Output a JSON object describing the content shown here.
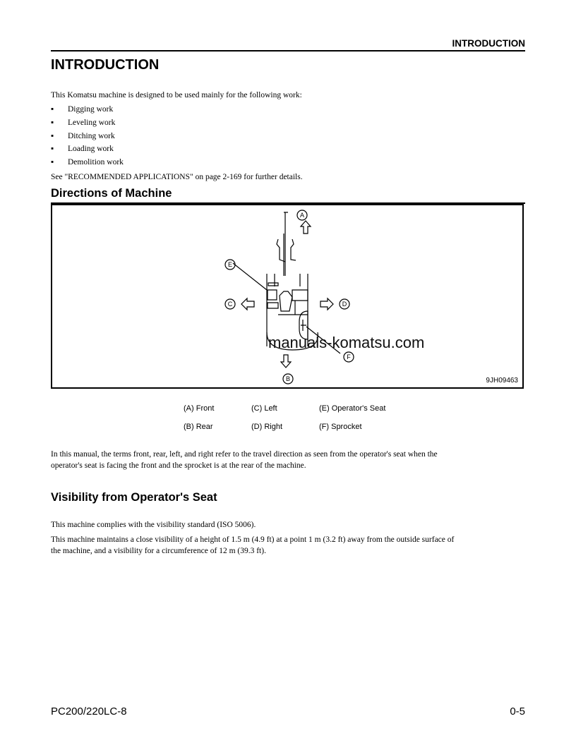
{
  "header": {
    "running_title": "INTRODUCTION"
  },
  "title": "INTRODUCTION",
  "intro": {
    "lead": "This Komatsu machine is designed to be used mainly for the following work:",
    "bullet_glyph": "▪",
    "items": [
      "Digging work",
      "Leveling work",
      "Ditching work",
      "Loading work",
      "Demolition work"
    ],
    "see_also": "See \"RECOMMENDED APPLICATIONS\" on page 2-169 for further details."
  },
  "directions": {
    "heading": "Directions of Machine",
    "figure": {
      "code": "9JH09463",
      "watermark": "manuals-komatsu.com",
      "callouts": {
        "a": "A",
        "b": "B",
        "c": "C",
        "d": "D",
        "e": "E",
        "f": "F"
      }
    },
    "legend": [
      [
        "(A) Front",
        "(C) Left",
        "(E) Operator's Seat"
      ],
      [
        "(B) Rear",
        "(D) Right",
        "(F) Sprocket"
      ]
    ],
    "note_line1": "In this manual, the terms front, rear, left, and right refer to the travel direction as seen from the operator's seat when the",
    "note_line2": "operator's seat is facing the front and the sprocket is at the rear of the machine."
  },
  "visibility": {
    "heading": "Visibility from Operator's Seat",
    "p1": "This machine complies with the visibility standard (ISO 5006).",
    "p2_line1": "This machine maintains a close visibility of a height of 1.5 m (4.9 ft) at a point 1 m (3.2 ft) away from the outside surface of",
    "p2_line2": "the machine, and a visibility for a circumference of 12 m (39.3 ft)."
  },
  "footer": {
    "model": "PC200/220LC-8",
    "page": "0-5"
  }
}
